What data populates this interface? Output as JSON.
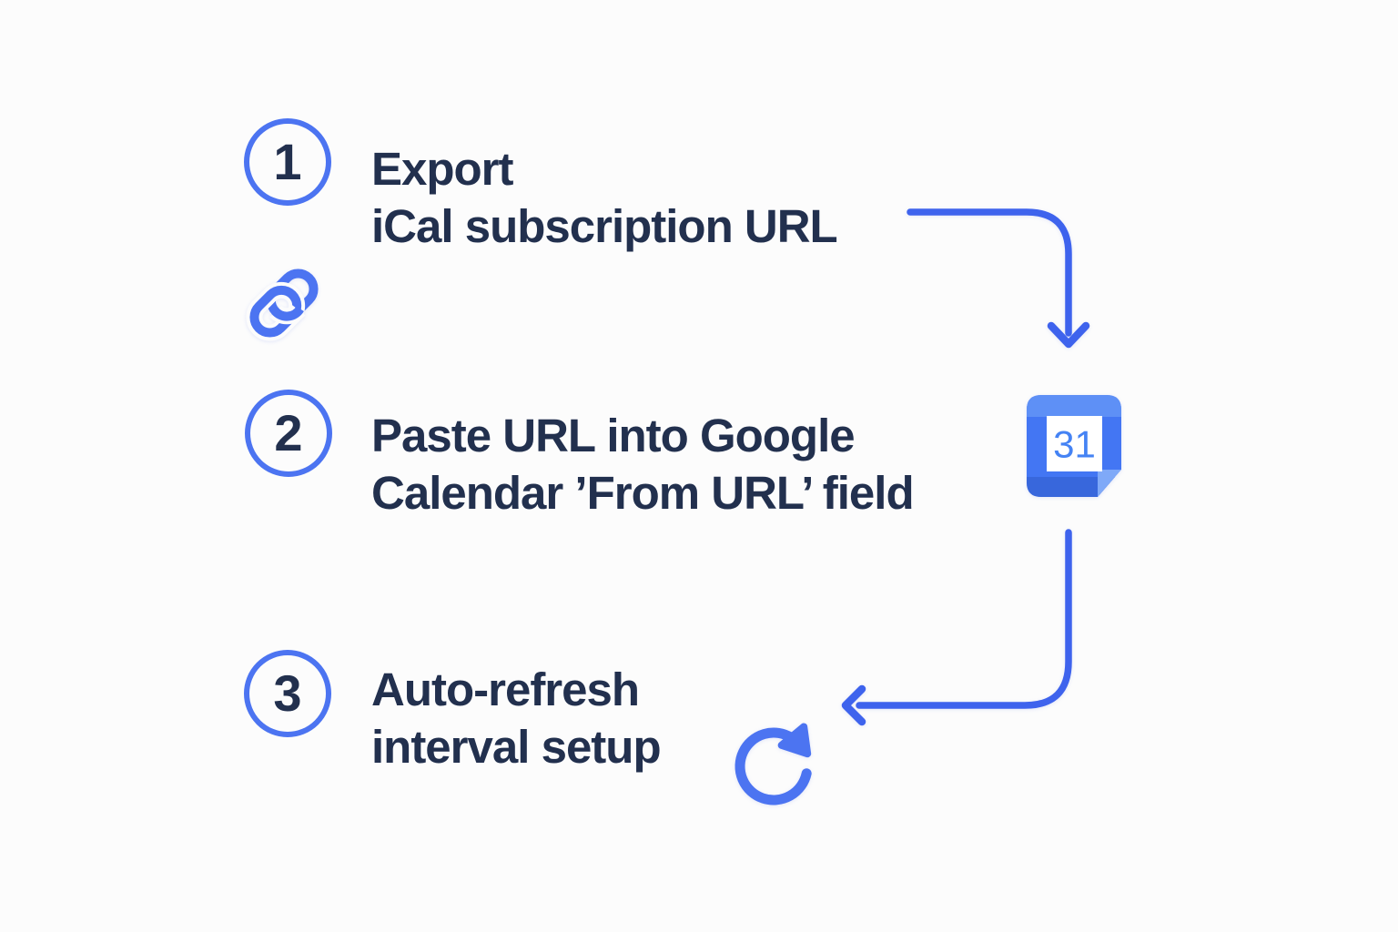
{
  "page": {
    "background": "#FCFCFC",
    "type": "infographic-diagram"
  },
  "colors": {
    "accent": "#3E63ED",
    "accent_soft": "#4C74F1",
    "text": "#22304E",
    "cal_main": "#4376F3",
    "cal_top": "#5E90F6",
    "cal_bottom": "#3867DC",
    "cal_fold": "#7FA9F8",
    "cal_number": "#4583F4",
    "background": "#FCFCFC"
  },
  "steps": [
    {
      "number": "1",
      "label_lines": [
        "Export",
        "iCal subscription URL"
      ],
      "icon": "link-icon"
    },
    {
      "number": "2",
      "label_lines": [
        "Paste URL into Google",
        "Calendar ’From URL’ field"
      ],
      "icon": "google-calendar-icon"
    },
    {
      "number": "3",
      "label_lines": [
        "Auto-refresh",
        "interval setup"
      ],
      "icon": "refresh-icon"
    }
  ],
  "calendar": {
    "day": "31"
  },
  "connectors": [
    {
      "name": "arrow-step1-to-calendar",
      "direction": "right-then-down"
    },
    {
      "name": "arrow-calendar-to-step3",
      "direction": "down-then-left"
    }
  ]
}
